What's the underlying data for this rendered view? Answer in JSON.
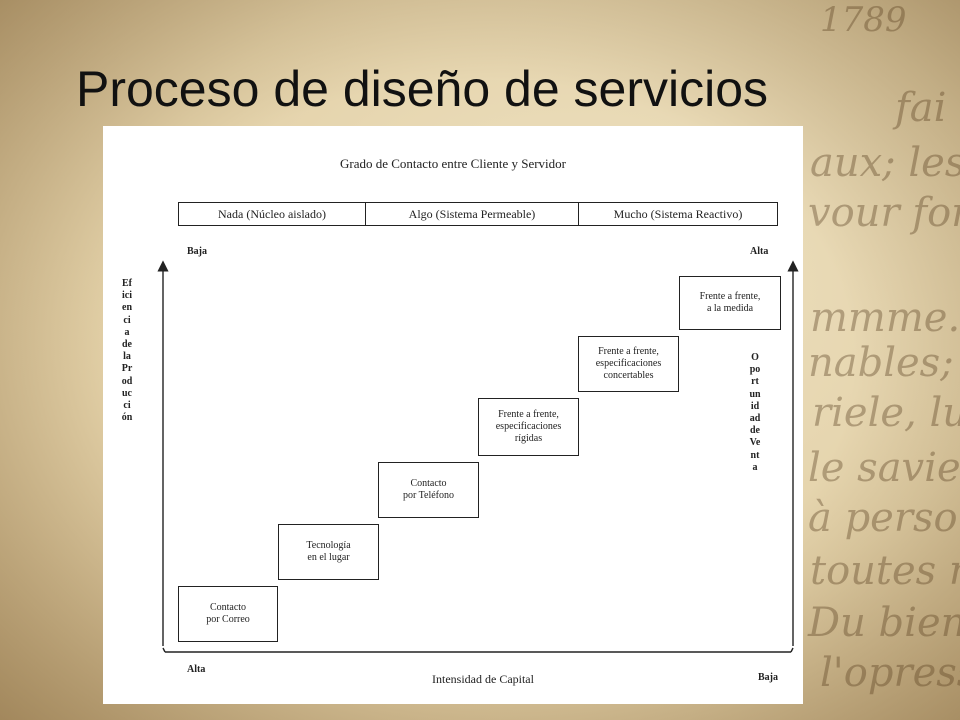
{
  "slide": {
    "title": "Proceso de diseño de servicios",
    "background_text": [
      "1789",
      "fai",
      "aux; les",
      "vour fondet",
      "mmme. sail",
      "nables; tel",
      "riele, lu",
      "le savie",
      "à personne",
      "toutes res",
      "Du bien in",
      "l'opressi"
    ]
  },
  "diagram": {
    "header": "Grado de Contacto entre Cliente y Servidor",
    "categories": [
      "Nada (Núcleo aislado)",
      "Algo (Sistema Permeable)",
      "Mucho (Sistema Reactivo)"
    ],
    "top_left_label": "Baja",
    "top_right_label": "Alta",
    "bottom_left_label": "Alta",
    "bottom_right_label": "Baja",
    "left_axis": "Eficiencia de la Producción",
    "right_axis": "Oportunidad de Venta",
    "bottom_axis": "Intensidad de Capital",
    "steps": [
      {
        "line1": "Contacto",
        "line2": "por Correo",
        "line3": ""
      },
      {
        "line1": "Tecnología",
        "line2": "en el lugar",
        "line3": ""
      },
      {
        "line1": "Contacto",
        "line2": "por Teléfono",
        "line3": ""
      },
      {
        "line1": "Frente a frente,",
        "line2": "especificaciones",
        "line3": "rígidas"
      },
      {
        "line1": "Frente a frente,",
        "line2": "especificaciones",
        "line3": "concertables"
      },
      {
        "line1": "Frente a frente,",
        "line2": "a la medida",
        "line3": ""
      }
    ]
  }
}
